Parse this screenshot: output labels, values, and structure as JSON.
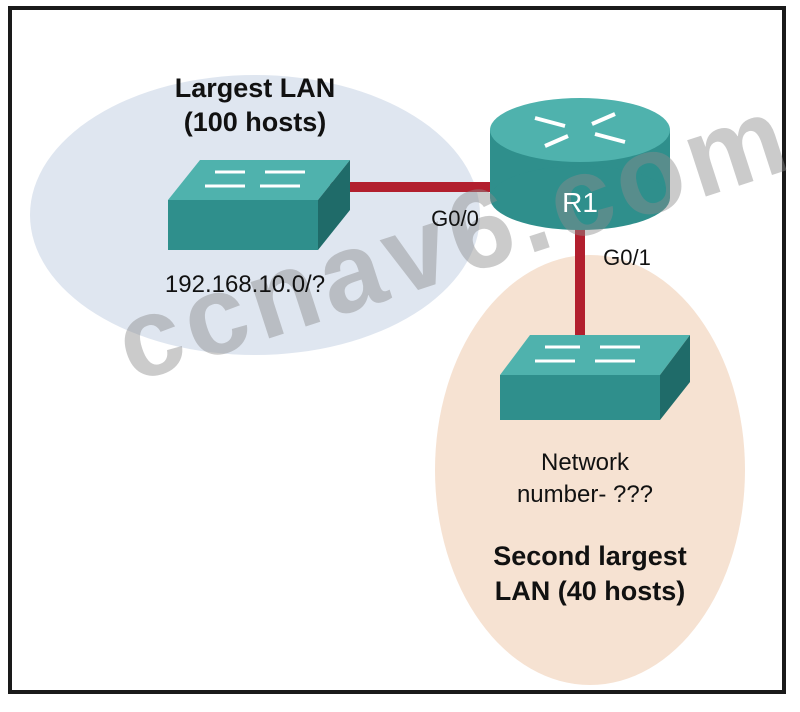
{
  "colors": {
    "lan1_bubble": "#dfe6f0",
    "lan2_bubble": "#f6e2d2",
    "link": "#b21f2e",
    "device_teal": "#2f8f8c",
    "device_top": "#4fb2ad",
    "device_dark": "#1f6b69",
    "watermark": "#8c8c8c"
  },
  "icons": {
    "router": "router-icon",
    "switch": "switch-icon"
  },
  "lan1": {
    "title_line1": "Largest LAN",
    "title_line2": "(100 hosts)",
    "network": "192.168.10.0/?"
  },
  "lan2": {
    "network_line1": "Network",
    "network_line2": "number- ???",
    "title_line1": "Second largest",
    "title_line2": "LAN (40 hosts)"
  },
  "router": {
    "name": "R1",
    "port_left": "G0/0",
    "port_bottom": "G0/1"
  },
  "watermark": "ccnav6.com"
}
